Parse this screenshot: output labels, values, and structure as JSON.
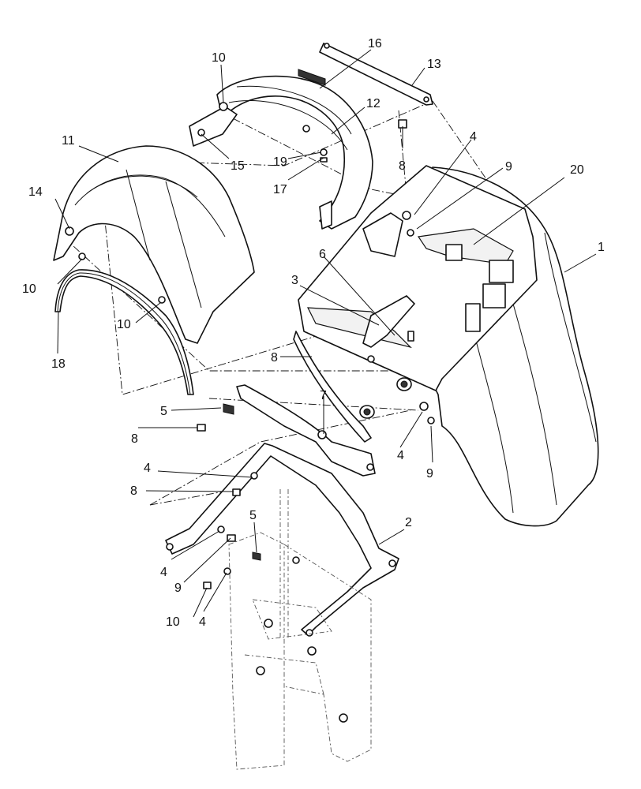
{
  "callouts": [
    {
      "id": "c1",
      "text": "1"
    },
    {
      "id": "c2",
      "text": "2"
    },
    {
      "id": "c3",
      "text": "3"
    },
    {
      "id": "c4a",
      "text": "4"
    },
    {
      "id": "c4b",
      "text": "4"
    },
    {
      "id": "c4c",
      "text": "4"
    },
    {
      "id": "c4d",
      "text": "4"
    },
    {
      "id": "c4e",
      "text": "4"
    },
    {
      "id": "c5a",
      "text": "5"
    },
    {
      "id": "c5b",
      "text": "5"
    },
    {
      "id": "c6",
      "text": "6"
    },
    {
      "id": "c7",
      "text": "7"
    },
    {
      "id": "c8a",
      "text": "8"
    },
    {
      "id": "c8b",
      "text": "8"
    },
    {
      "id": "c8c",
      "text": "8"
    },
    {
      "id": "c8d",
      "text": "8"
    },
    {
      "id": "c9a",
      "text": "9"
    },
    {
      "id": "c9b",
      "text": "9"
    },
    {
      "id": "c9c",
      "text": "9"
    },
    {
      "id": "c10a",
      "text": "10"
    },
    {
      "id": "c10b",
      "text": "10"
    },
    {
      "id": "c10c",
      "text": "10"
    },
    {
      "id": "c10d",
      "text": "10"
    },
    {
      "id": "c11",
      "text": "11"
    },
    {
      "id": "c12",
      "text": "12"
    },
    {
      "id": "c13",
      "text": "13"
    },
    {
      "id": "c14",
      "text": "14"
    },
    {
      "id": "c15",
      "text": "15"
    },
    {
      "id": "c16",
      "text": "16"
    },
    {
      "id": "c17",
      "text": "17"
    },
    {
      "id": "c18",
      "text": "18"
    },
    {
      "id": "c19",
      "text": "19"
    },
    {
      "id": "c20",
      "text": "20"
    }
  ]
}
